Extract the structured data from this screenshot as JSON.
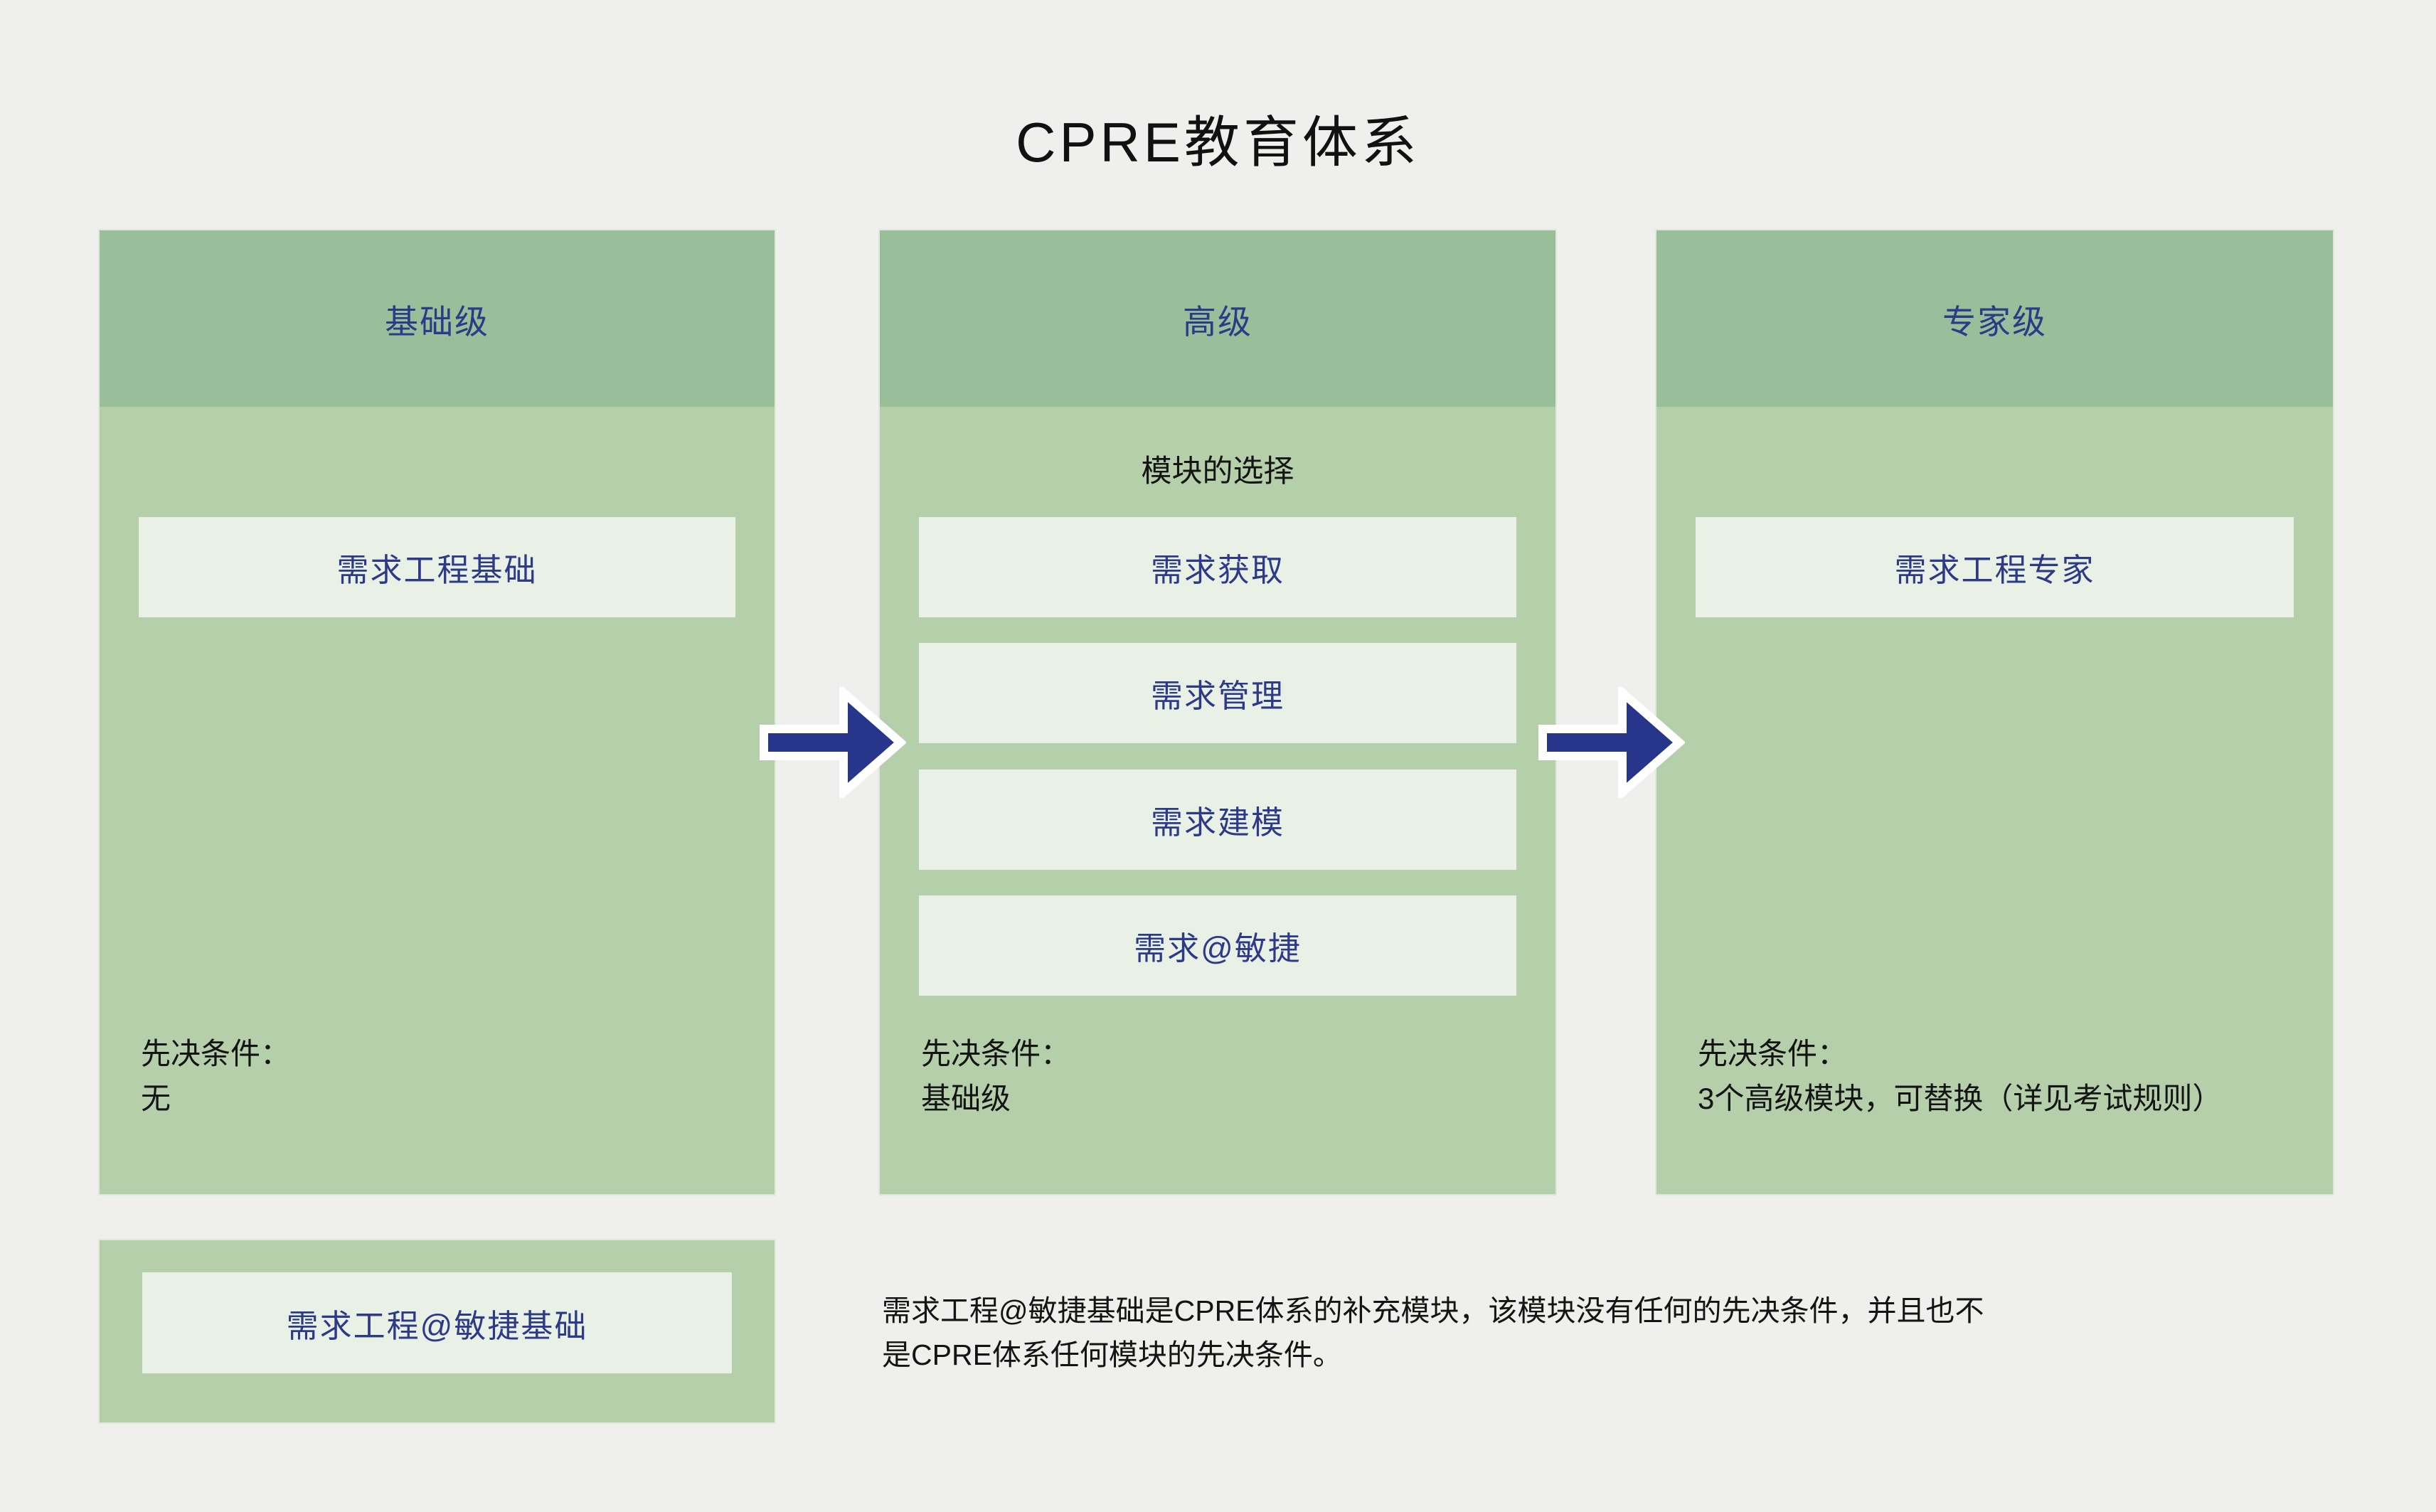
{
  "title": "CPRE教育体系",
  "columns": [
    {
      "id": "foundation",
      "header": "基础级",
      "modules": [
        "需求工程基础"
      ],
      "prereq_label": "先决条件：",
      "prereq_value": "无"
    },
    {
      "id": "advanced",
      "header": "高级",
      "subtitle": "模块的选择",
      "modules": [
        "需求获取",
        "需求管理",
        "需求建模",
        "需求@敏捷"
      ],
      "prereq_label": "先决条件：",
      "prereq_value": "基础级"
    },
    {
      "id": "expert",
      "header": "专家级",
      "modules": [
        "需求工程专家"
      ],
      "prereq_label": "先决条件：",
      "prereq_value": "3个高级模块，可替换（详见考试规则）"
    }
  ],
  "supplement": {
    "module": "需求工程@敏捷基础",
    "note_line1": "需求工程@敏捷基础是CPRE体系的补充模块，该模块没有任何的先决条件，并且也不",
    "note_line2": "是CPRE体系任何模块的先决条件。"
  },
  "colors": {
    "background": "#efefed",
    "header_green": "#98bf9a",
    "body_green": "#b4cfaa",
    "box_background": "#e9f1e6",
    "label_blue": "#2c3a87",
    "arrow_navy": "#27368a",
    "text_black": "#141414"
  }
}
